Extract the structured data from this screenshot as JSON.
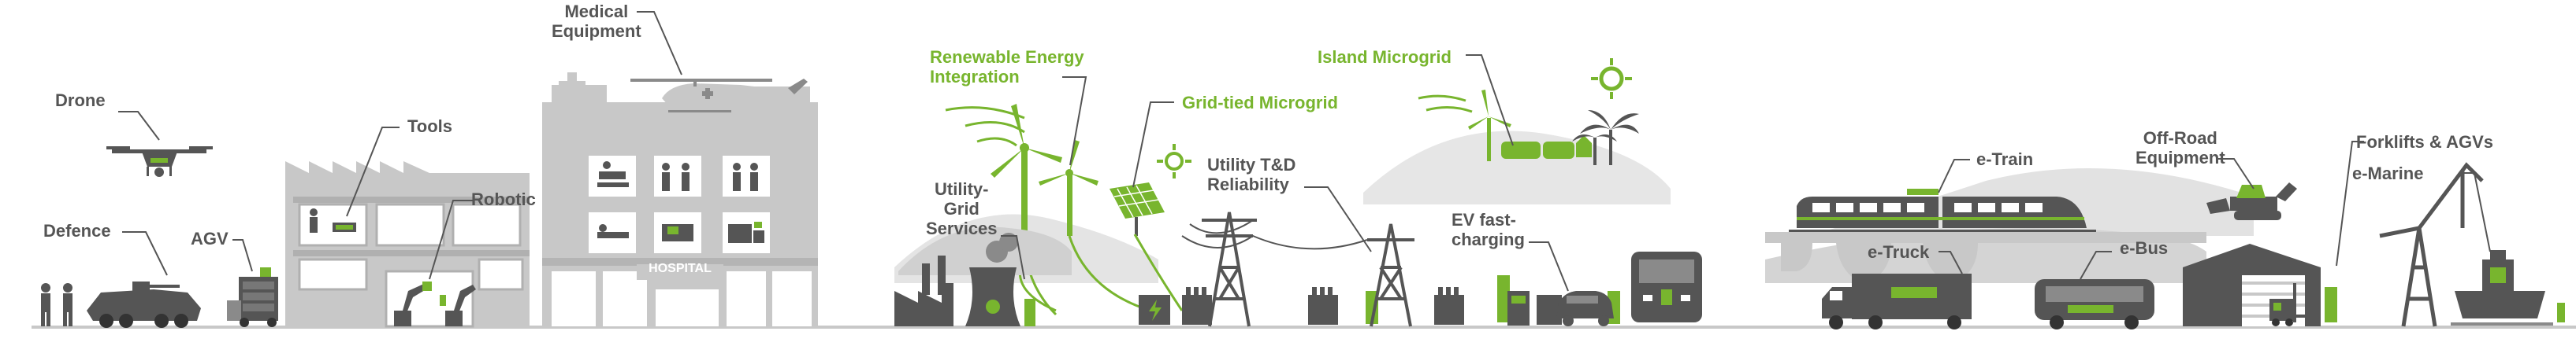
{
  "colors": {
    "dark": "#555555",
    "mid": "#8a8a8a",
    "light": "#c8c8c8",
    "pale": "#e4e4e4",
    "green": "#78b52e"
  },
  "labels": {
    "drone": "Drone",
    "defence": "Defence",
    "agv": "AGV",
    "tools": "Tools",
    "robotic": "Robotic",
    "medical": [
      "Medical",
      "Equipment"
    ],
    "hospital": "HOSPITAL",
    "renewable": [
      "Renewable Energy",
      "Integration"
    ],
    "grid_tied": "Grid-tied Microgrid",
    "island": "Island Microgrid",
    "utility_grid": [
      "Utility-",
      "Grid",
      "Services"
    ],
    "utility_td": [
      "Utility T&D",
      "Reliability"
    ],
    "ev": [
      "EV fast-",
      "charging"
    ],
    "etrain": "e-Train",
    "offroad": [
      "Off-Road",
      "Equipment"
    ],
    "forklifts": "Forklifts & AGVs",
    "emarine": "e-Marine",
    "etruck": "e-Truck",
    "ebus": "e-Bus"
  },
  "icons": [
    "drone-icon",
    "soldier-icon",
    "armored-vehicle-icon",
    "agv-icon",
    "factory-icon",
    "robot-arm-icon",
    "hospital-icon",
    "helicopter-icon",
    "wind-turbine-icon",
    "solar-panel-icon",
    "sun-icon",
    "power-plant-icon",
    "nuclear-cooling-tower-icon",
    "battery-icon",
    "transformer-icon",
    "transmission-tower-icon",
    "ev-charger-icon",
    "car-icon",
    "bus-icon",
    "palm-tree-icon",
    "train-icon",
    "excavator-icon",
    "truck-icon",
    "warehouse-icon",
    "forklift-icon",
    "crane-icon",
    "ship-icon"
  ]
}
